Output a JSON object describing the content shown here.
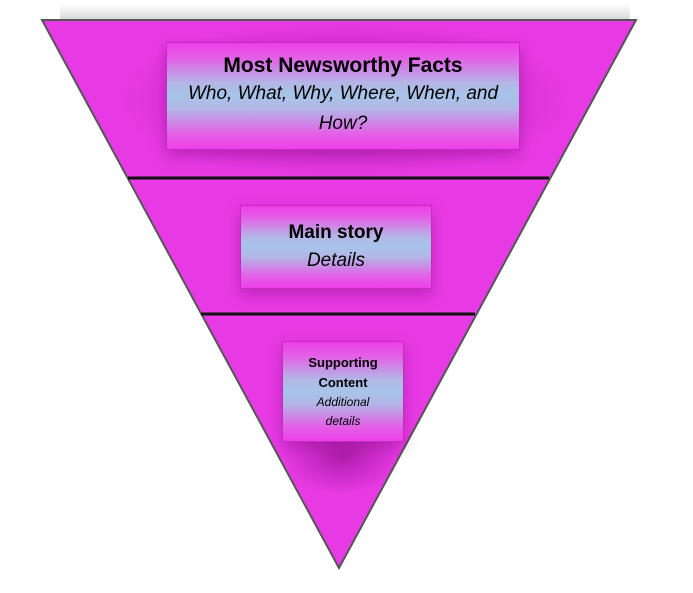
{
  "diagram": {
    "colors": {
      "triangle_fill": "#e83ae4",
      "triangle_edge": "#555555",
      "divider": "#111111",
      "box_magenta": "#ee3fea",
      "box_blue": "#a7c4e8"
    },
    "tiers": [
      {
        "title": "Most Newsworthy Facts",
        "subtitle": "Who, What, Why, Where, When, and How?"
      },
      {
        "title": "Main story",
        "subtitle": "Details"
      },
      {
        "title": "Supporting Content",
        "subtitle": "Additional details"
      }
    ]
  }
}
